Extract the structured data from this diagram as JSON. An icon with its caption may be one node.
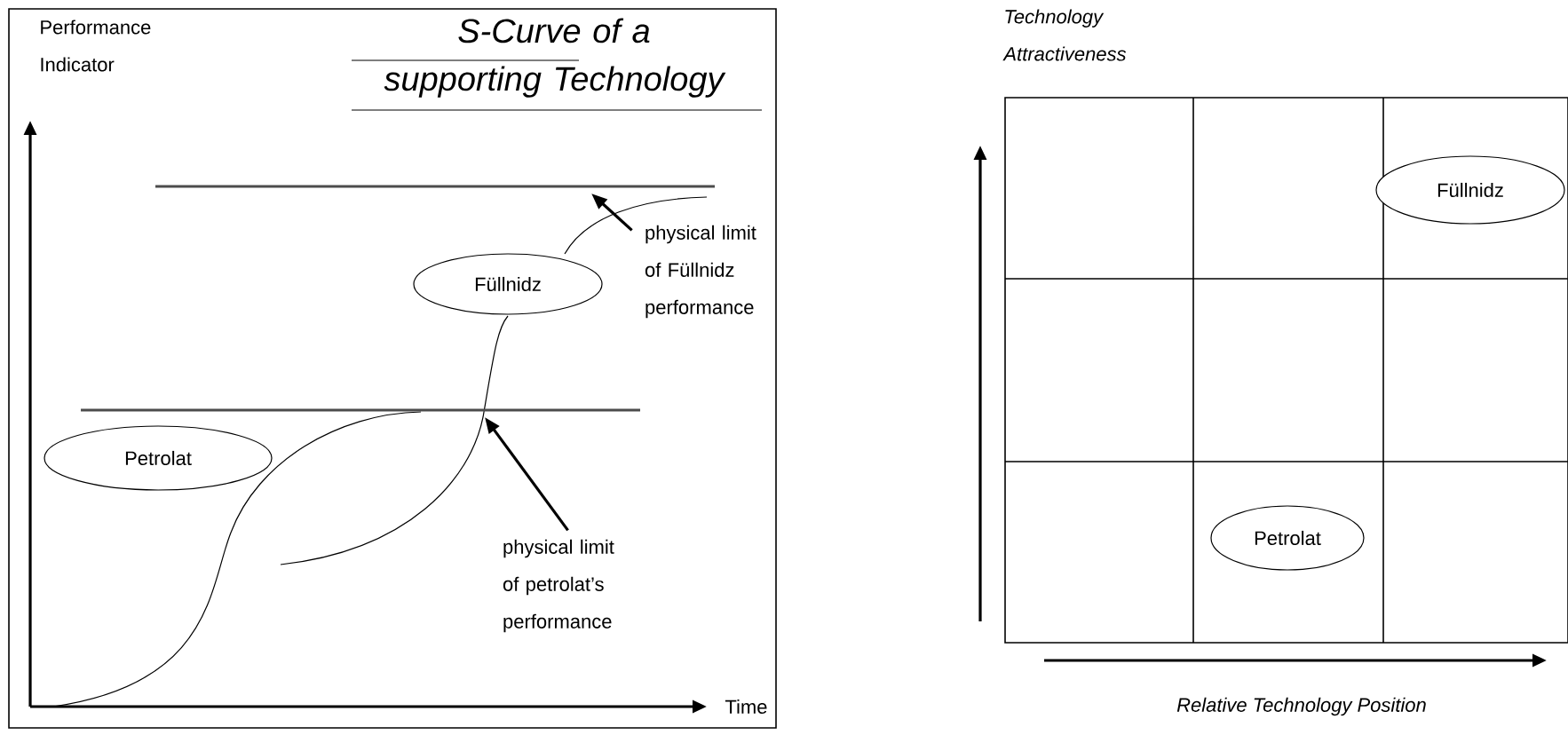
{
  "diagram": {
    "title": "S-Curve of a supporting Technology",
    "nodes": [
      {
        "text": [
          "Petrolat"
        ]
      },
      {
        "text": [
          "Füllnidz"
        ]
      },
      {
        "text": [
          "physical limit of Füllnidz performance"
        ]
      },
      {
        "text": [],
        "shape": "line"
      },
      {
        "text": [
          "physical limit of petrolat’s performance"
        ]
      },
      {
        "text": [],
        "shape": "line"
      },
      {
        "text": [
          "Füllnidz"
        ]
      },
      {
        "text": [
          "Petrolat"
        ]
      }
    ],
    "edges": [
      {
        "from": 2,
        "to": 3,
        "arrow": "to"
      },
      {
        "from": 4,
        "to": 5,
        "arrow": "to"
      }
    ],
    "labels": [
      "Performance Indicator",
      "Time",
      "Technology Attractiveness",
      "Relative Technology Position"
    ]
  }
}
